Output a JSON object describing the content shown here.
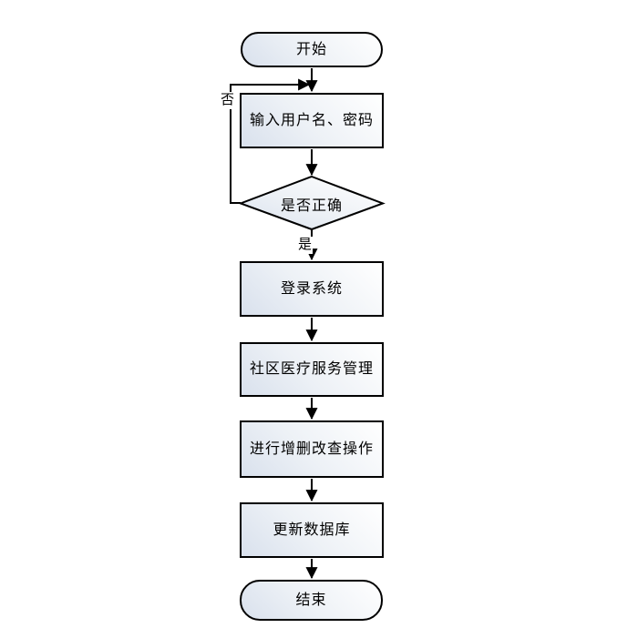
{
  "diagram": {
    "type": "flowchart",
    "direction": "top-down",
    "colors": {
      "stroke": "#000000",
      "fill_highlight": "#ffffff",
      "fill_shade": "#d9e1ed",
      "text": "#000000",
      "background": "#ffffff"
    },
    "nodes": [
      {
        "id": "start",
        "shape": "terminator",
        "label": "开始"
      },
      {
        "id": "input-credentials",
        "shape": "process",
        "label": "输入用户名、密码"
      },
      {
        "id": "verify-correct",
        "shape": "decision",
        "label": "是否正确"
      },
      {
        "id": "login-system",
        "shape": "process",
        "label": "登录系统"
      },
      {
        "id": "service-management",
        "shape": "process",
        "label": "社区医疗服务管理"
      },
      {
        "id": "crud-operations",
        "shape": "process",
        "label": "进行增删改查操作"
      },
      {
        "id": "update-database",
        "shape": "process",
        "label": "更新数据库"
      },
      {
        "id": "end",
        "shape": "terminator",
        "label": "结束"
      }
    ],
    "edges": [
      {
        "from": "start",
        "to": "input-credentials",
        "label": ""
      },
      {
        "from": "input-credentials",
        "to": "verify-correct",
        "label": ""
      },
      {
        "from": "verify-correct",
        "to": "input-credentials",
        "label": "否"
      },
      {
        "from": "verify-correct",
        "to": "login-system",
        "label": "是"
      },
      {
        "from": "login-system",
        "to": "service-management",
        "label": ""
      },
      {
        "from": "service-management",
        "to": "crud-operations",
        "label": ""
      },
      {
        "from": "crud-operations",
        "to": "update-database",
        "label": ""
      },
      {
        "from": "update-database",
        "to": "end",
        "label": ""
      }
    ]
  }
}
